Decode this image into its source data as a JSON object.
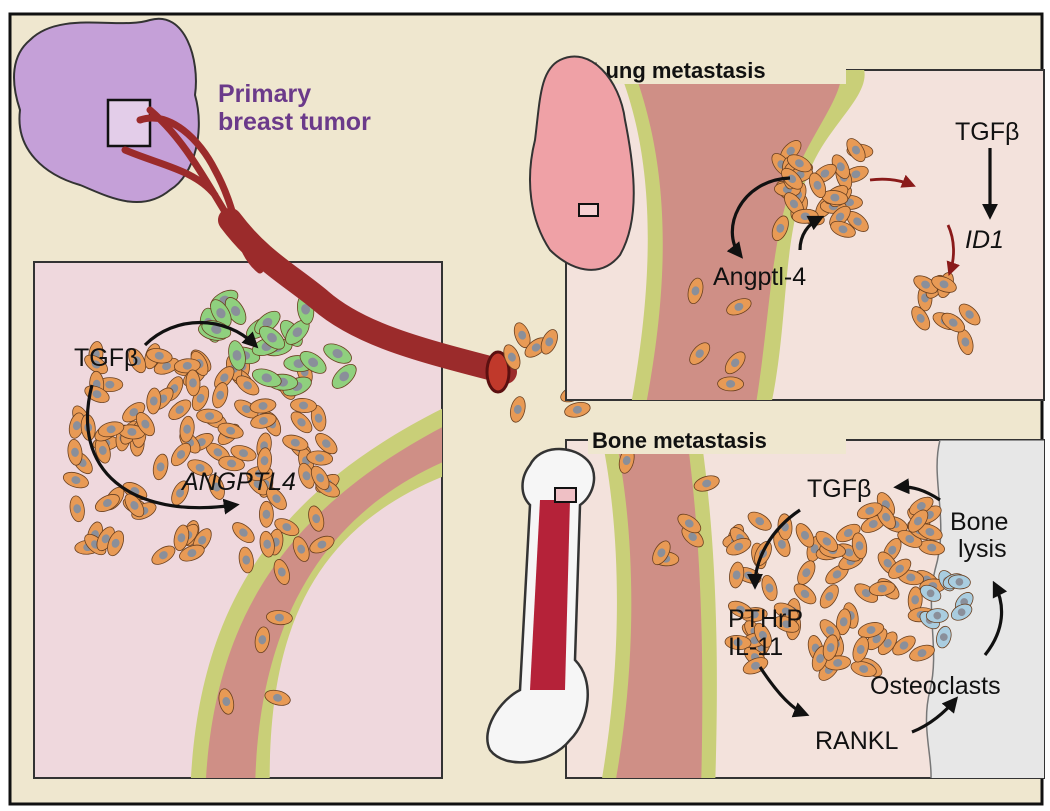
{
  "primary_tumor": {
    "title_line1": "Primary",
    "title_line2": "breast tumor"
  },
  "tumor_panel": {
    "factor": "TGFβ",
    "gene": "ANGPTL4"
  },
  "lung_panel": {
    "title": "Lung metastasis",
    "factor": "TGFβ",
    "gene": "ID1",
    "secreted": "Angptl-4"
  },
  "bone_panel": {
    "title": "Bone metastasis",
    "factor": "TGFβ",
    "effectors_line1": "PTHrP",
    "effectors_line2": "IL-11",
    "ligand": "RANKL",
    "cells": "Osteoclasts",
    "outcome_line1": "Bone",
    "outcome_line2": "lysis"
  },
  "colors": {
    "background": "#efe7cf",
    "tumor_panel_bg": "#efd8dd",
    "lung_panel_bg": "#f3e2dc",
    "bone_panel_bg": "#f3e2dc",
    "vessel_wall": "#c9cf78",
    "vessel_lumen": "#cf8f86",
    "tumor_cell": "#e89a55",
    "stromal_cell": "#8fd07e",
    "primary_tumor": "#c5a0d8",
    "blood_vessel": "#9b2b2b",
    "lung": "#efa1a6",
    "bone": "#f6f6f6",
    "bone_marrow": "#b52239",
    "osteoclast": "#a9cde0",
    "arrow": "#111111",
    "red_arrow": "#8a1a1a"
  }
}
